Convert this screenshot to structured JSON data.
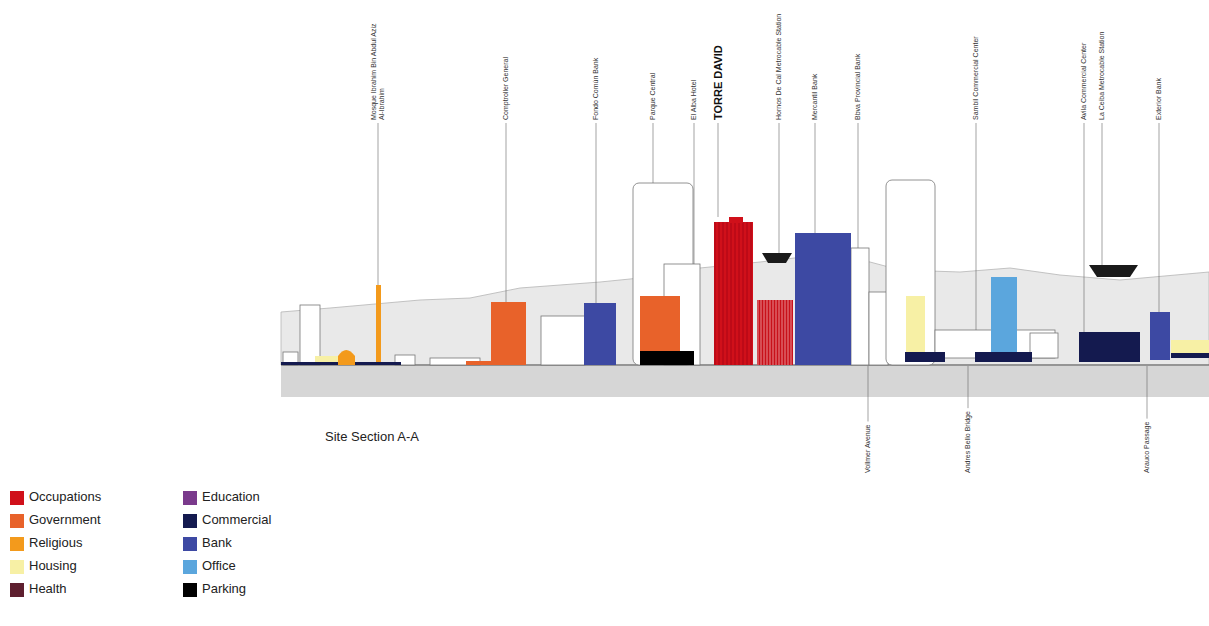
{
  "diagram": {
    "caption": "Site Section A-A",
    "labels": [
      "Mosque Ibrahim Bin Abdul Aziz Al-Ibrahim",
      "Comptroller General",
      "Fondo Común Bank",
      "Parque Central",
      "El Alba Hotel",
      "TORRE DAVID",
      "Hornos De Cal Metrocable Station",
      "Mercantil Bank",
      "Bbva Provincial Bank",
      "Sambil Commercial Center",
      "Avila Commercial Center",
      "La Ceiba Metrocable Station",
      "Exterior Bank",
      "Vollmer Avenue",
      "Andres Bello Bridge",
      "Arauco Passage"
    ],
    "legend": [
      {
        "text": "Occupations",
        "color": "#d0101a"
      },
      {
        "text": "Government",
        "color": "#e8622a"
      },
      {
        "text": "Religious",
        "color": "#f39a1c"
      },
      {
        "text": "Housing",
        "color": "#f7f0a5"
      },
      {
        "text": "Health",
        "color": "#5e1f2f"
      },
      {
        "text": "Education",
        "color": "#7a3a8c"
      },
      {
        "text": "Commercial",
        "color": "#141a4f"
      },
      {
        "text": "Bank",
        "color": "#3d49a3"
      },
      {
        "text": "Office",
        "color": "#5ba6dd"
      },
      {
        "text": "Parking",
        "color": "#000000"
      }
    ]
  }
}
